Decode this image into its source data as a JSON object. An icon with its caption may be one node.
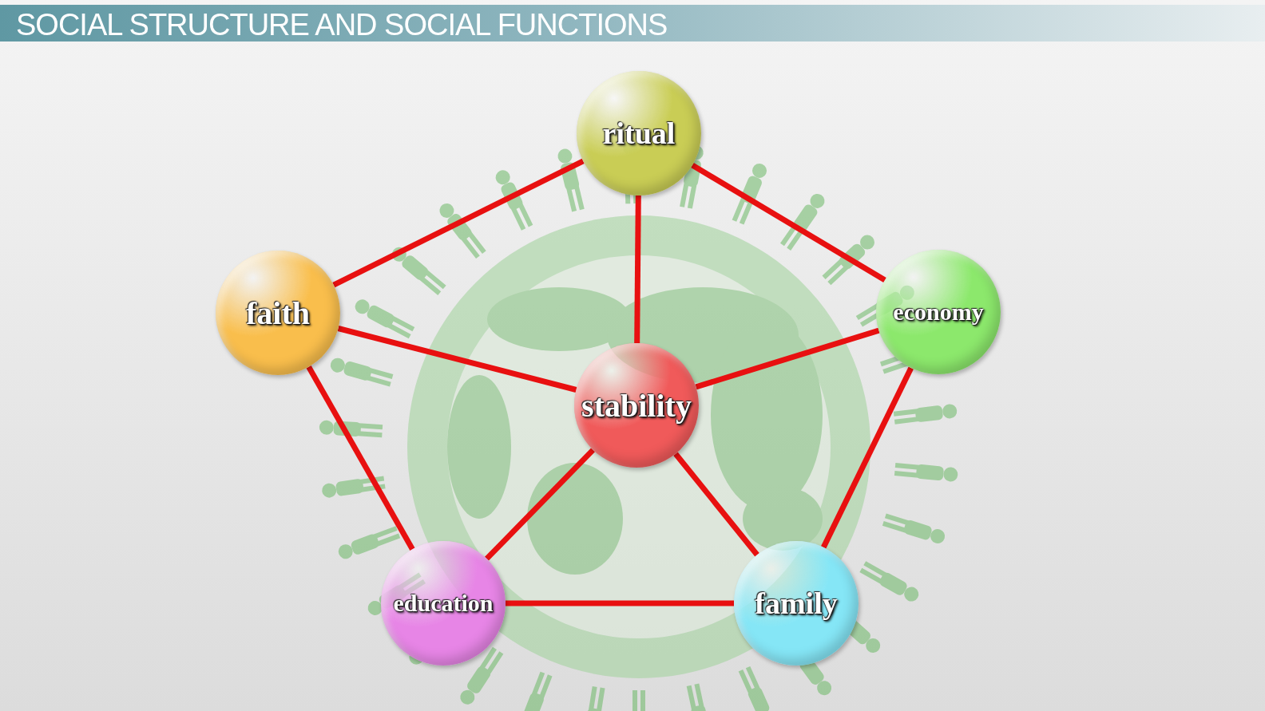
{
  "diagram": {
    "title": "SOCIAL STRUCTURE AND SOCIAL FUNCTIONS",
    "nodes": [
      {
        "text": [
          "ritual"
        ]
      },
      {
        "text": [
          "faith"
        ]
      },
      {
        "text": [
          "economy"
        ]
      },
      {
        "text": [
          "stability"
        ]
      },
      {
        "text": [
          "education"
        ]
      },
      {
        "text": [
          "family"
        ]
      }
    ],
    "edges": [
      {
        "from": 0,
        "to": 1,
        "arrow": "none"
      },
      {
        "from": 0,
        "to": 2,
        "arrow": "none"
      },
      {
        "from": 0,
        "to": 3,
        "arrow": "none"
      },
      {
        "from": 1,
        "to": 3,
        "arrow": "none"
      },
      {
        "from": 2,
        "to": 3,
        "arrow": "none"
      },
      {
        "from": 1,
        "to": 4,
        "arrow": "none"
      },
      {
        "from": 2,
        "to": 5,
        "arrow": "none"
      },
      {
        "from": 3,
        "to": 4,
        "arrow": "none"
      },
      {
        "from": 3,
        "to": 5,
        "arrow": "none"
      },
      {
        "from": 4,
        "to": 5,
        "arrow": "none"
      }
    ]
  }
}
